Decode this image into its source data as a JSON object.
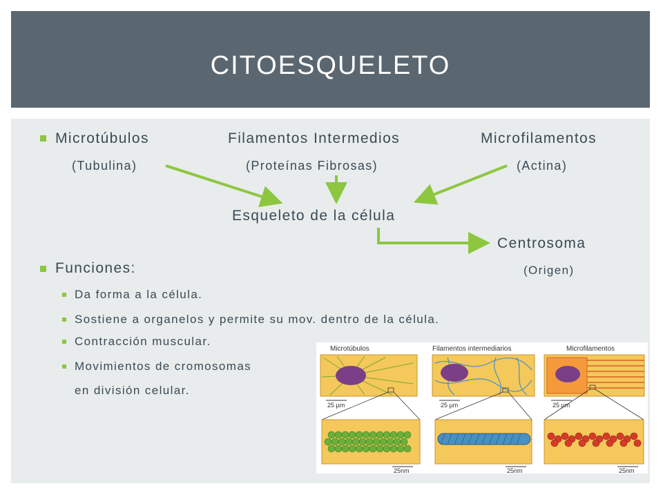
{
  "title": "CITOESQUELETO",
  "components": [
    {
      "name": "Microtúbulos",
      "protein": "(Tubulina)"
    },
    {
      "name": "Filamentos Intermedios",
      "protein": "(Proteínas Fibrosas)"
    },
    {
      "name": "Microfilamentos",
      "protein": "(Actina)"
    }
  ],
  "center_label": "Esqueleto de la célula",
  "centrosoma": {
    "label": "Centrosoma",
    "sub": "(Origen)"
  },
  "funciones": {
    "heading": "Funciones:",
    "items": [
      "Da forma a la célula.",
      "Sostiene a organelos y permite su mov. dentro de la célula.",
      "Contracción muscular.",
      "Movimientos de cromosomas",
      "en división celular."
    ]
  },
  "illustration": {
    "labels": [
      "Microtúbulos",
      "Filamentos intermediarios",
      "Microfilamentos"
    ],
    "scale_top": "25 µm",
    "scale_bottom": "25nm"
  },
  "colors": {
    "title_bar": "#5b6770",
    "content_bg": "#e8ecec",
    "accent": "#8dc63f",
    "text": "#3a4a55"
  }
}
